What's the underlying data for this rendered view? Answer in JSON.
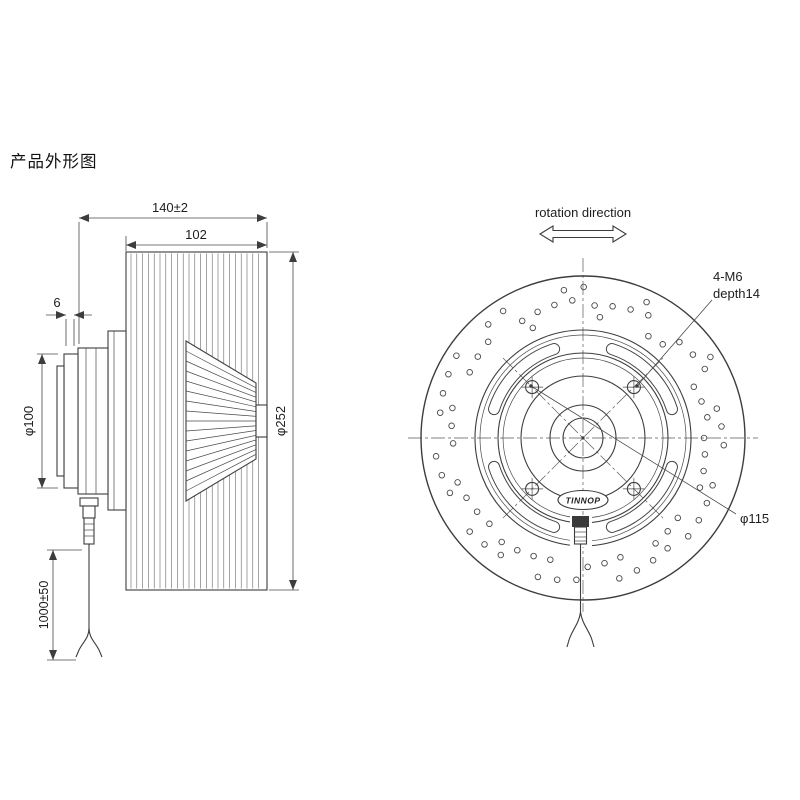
{
  "page": {
    "background": "#ffffff",
    "line_color": "#3d3d3d"
  },
  "title": "产品外形图",
  "side_view": {
    "dim_total_width": "140±2",
    "dim_impeller_width": "102",
    "dim_inlet_lip": "6",
    "dim_motor_diameter": "φ100",
    "dim_outer_diameter": "φ252",
    "dim_cable_length": "1000±50"
  },
  "front_view": {
    "rotation_label": "rotation direction",
    "mount_hole_spec": "4-M6",
    "mount_hole_depth": "depth14",
    "dim_bolt_circle": "φ115",
    "brand_label": "TINNOP"
  }
}
